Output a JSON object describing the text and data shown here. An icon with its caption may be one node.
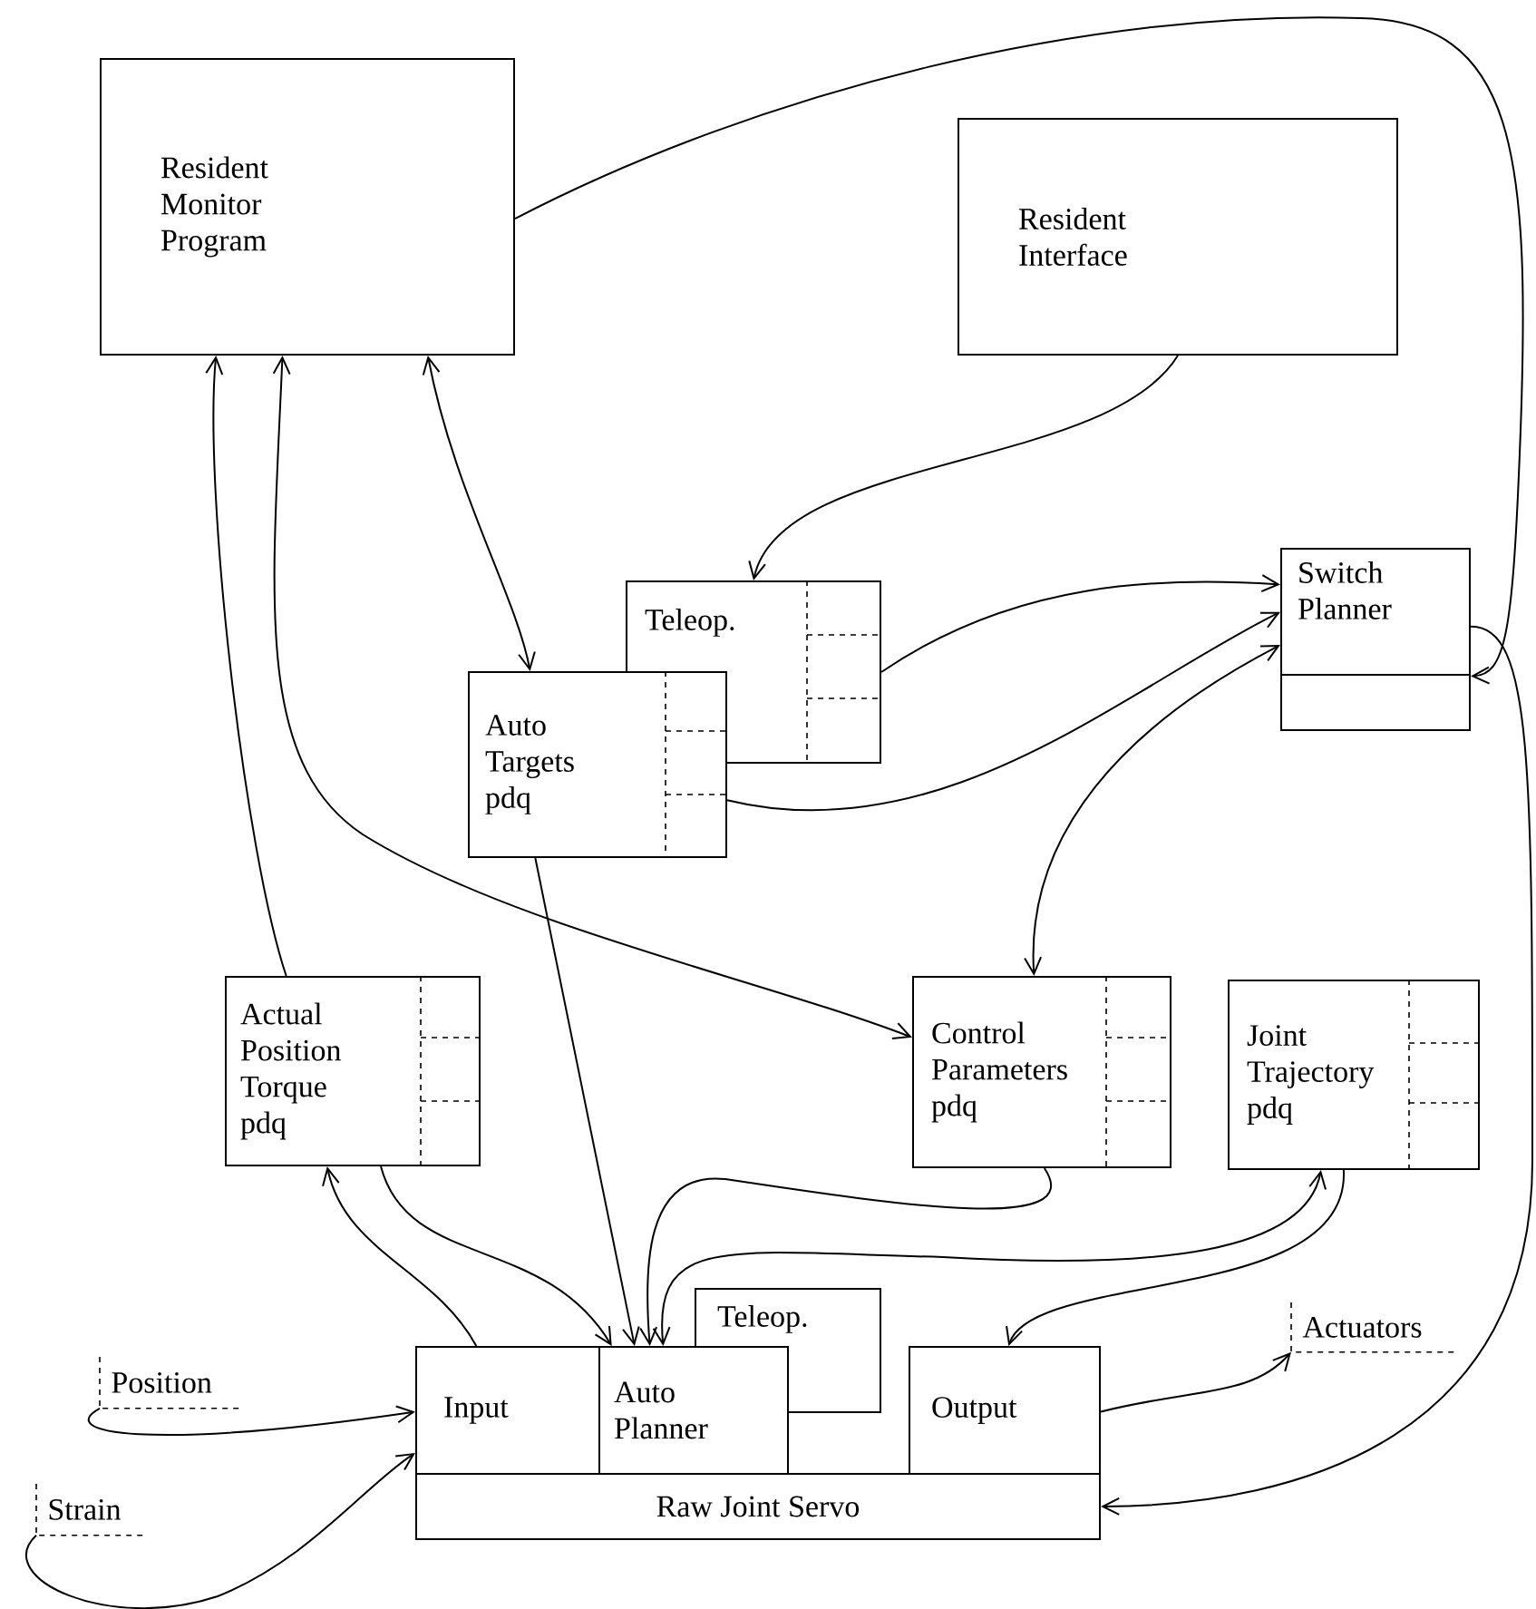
{
  "diagram": {
    "nodes": [
      {
        "text": [
          "Resident Monitor Program"
        ]
      },
      {
        "text": [
          "Resident Interface"
        ]
      },
      {
        "text": [
          "Teleop."
        ]
      },
      {
        "text": [
          "Auto Targets pdq"
        ]
      },
      {
        "text": [
          "Switch Planner"
        ]
      },
      {
        "text": [
          "Actual Position Torque pdq"
        ]
      },
      {
        "text": [
          "Control Parameters pdq"
        ]
      },
      {
        "text": [
          "Joint Trajectory pdq"
        ]
      },
      {
        "text": [
          "Teleop."
        ]
      },
      {
        "text": [
          "Position"
        ]
      },
      {
        "text": [
          "Input"
        ]
      },
      {
        "text": [
          "Auto Planner"
        ]
      },
      {
        "text": [
          "Actuators"
        ]
      },
      {
        "text": [
          "Output"
        ]
      },
      {
        "text": [
          "Strain"
        ]
      },
      {
        "text": [
          "Raw Joint Servo"
        ]
      }
    ],
    "edges": [
      {
        "from": 5,
        "to": 0,
        "arrow": "to"
      },
      {
        "from": 0,
        "to": 6,
        "arrow": "both"
      },
      {
        "from": 0,
        "to": 3,
        "arrow": "both"
      },
      {
        "from": 0,
        "to": 4,
        "arrow": "to"
      },
      {
        "from": 1,
        "to": 2,
        "arrow": "to"
      },
      {
        "from": 2,
        "to": 4,
        "arrow": "to"
      },
      {
        "from": 3,
        "to": 4,
        "arrow": "to"
      },
      {
        "from": 4,
        "to": 6,
        "arrow": "both"
      },
      {
        "from": 4,
        "to": 15,
        "arrow": "to"
      },
      {
        "from": 3,
        "to": 11,
        "arrow": "to"
      },
      {
        "from": 5,
        "to": 11,
        "arrow": "to"
      },
      {
        "from": 10,
        "to": 5,
        "arrow": "to"
      },
      {
        "from": 6,
        "to": 11,
        "arrow": "to"
      },
      {
        "from": 11,
        "to": 7,
        "arrow": "both"
      },
      {
        "from": 7,
        "to": 13,
        "arrow": "to"
      },
      {
        "from": 13,
        "to": 12,
        "arrow": "to"
      },
      {
        "from": 9,
        "to": 10,
        "arrow": "to"
      },
      {
        "from": 14,
        "to": 10,
        "arrow": "to"
      }
    ]
  }
}
